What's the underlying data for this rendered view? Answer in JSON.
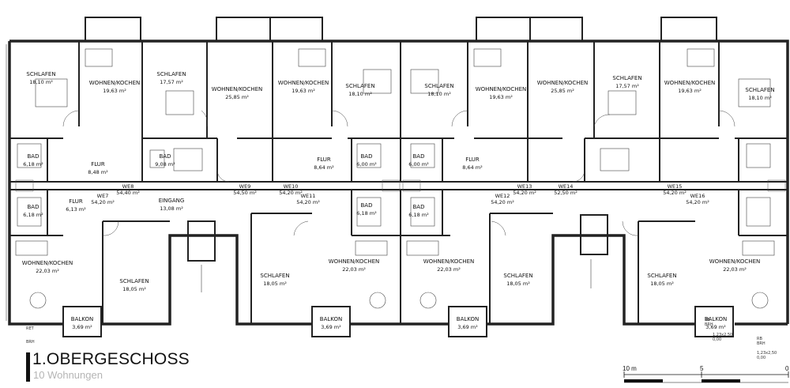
{
  "title": "1.OBERGESCHOSS",
  "subtitle": "10 Wohnungen",
  "scale": {
    "left": "10 m",
    "mid": "5",
    "right": "0"
  },
  "corner_text": {
    "left": [
      "RET",
      "BRH"
    ],
    "right_a": [
      "RB",
      "BRH"
    ],
    "right_a_vals": [
      "1,23x2,50",
      "0,00"
    ],
    "right_b": [
      "RB",
      "BRH"
    ],
    "right_b_vals": [
      "1,23x2,50",
      "0,00"
    ]
  },
  "unit": "m²",
  "rooms": [
    {
      "name": "SCHLAFEN",
      "area": "18,10"
    },
    {
      "name": "WOHNEN/KOCHEN",
      "area": "19,63"
    },
    {
      "name": "SCHLAFEN",
      "area": "17,57"
    },
    {
      "name": "WOHNEN/KOCHEN",
      "area": "25,85"
    },
    {
      "name": "WOHNEN/KOCHEN",
      "area": "19,63"
    },
    {
      "name": "SCHLAFEN",
      "area": "18,10"
    },
    {
      "name": "SCHLAFEN",
      "area": "18,10"
    },
    {
      "name": "WOHNEN/KOCHEN",
      "area": "19,63"
    },
    {
      "name": "WOHNEN/KOCHEN",
      "area": "25,85"
    },
    {
      "name": "SCHLAFEN",
      "area": "17,57"
    },
    {
      "name": "WOHNEN/KOCHEN",
      "area": "19,63"
    },
    {
      "name": "SCHLAFEN",
      "area": "18,10"
    },
    {
      "name": "BAD",
      "area": "6,18"
    },
    {
      "name": "FLUR",
      "area": "8,48"
    },
    {
      "name": "BAD",
      "area": "9,08"
    },
    {
      "name": "FLUR",
      "area": "8,64"
    },
    {
      "name": "BAD",
      "area": "6,00"
    },
    {
      "name": "BAD",
      "area": "6,00"
    },
    {
      "name": "FLUR",
      "area": "8,64"
    },
    {
      "name": "BAD",
      "area": "6,18"
    },
    {
      "name": "FLUR",
      "area": "6,13"
    },
    {
      "name": "EINGANG",
      "area": "13,08"
    },
    {
      "name": "BAD",
      "area": "6,18"
    },
    {
      "name": "BAD",
      "area": "6,18"
    },
    {
      "name": "WOHNEN/KOCHEN",
      "area": "22,03"
    },
    {
      "name": "SCHLAFEN",
      "area": "18,05"
    },
    {
      "name": "SCHLAFEN",
      "area": "18,05"
    },
    {
      "name": "WOHNEN/KOCHEN",
      "area": "22,03"
    },
    {
      "name": "WOHNEN/KOCHEN",
      "area": "22,03"
    },
    {
      "name": "SCHLAFEN",
      "area": "18,05"
    },
    {
      "name": "SCHLAFEN",
      "area": "18,05"
    },
    {
      "name": "WOHNEN/KOCHEN",
      "area": "22,03"
    },
    {
      "name": "BALKON",
      "area": "3,69"
    },
    {
      "name": "BALKON",
      "area": "3,69"
    },
    {
      "name": "BALKON",
      "area": "3,69"
    },
    {
      "name": "BALKON",
      "area": "3,69"
    }
  ],
  "units": [
    {
      "label": "WE7",
      "area": "54,20"
    },
    {
      "label": "WE8",
      "area": "54,40"
    },
    {
      "label": "WE9",
      "area": "54,50"
    },
    {
      "label": "WE10",
      "area": "54,20"
    },
    {
      "label": "WE11",
      "area": "54,20"
    },
    {
      "label": "WE12",
      "area": "54,20"
    },
    {
      "label": "WE13",
      "area": "54,20"
    },
    {
      "label": "WE14",
      "area": "52,50"
    },
    {
      "label": "WE15",
      "area": "54,20"
    },
    {
      "label": "WE16",
      "area": "54,20"
    }
  ]
}
